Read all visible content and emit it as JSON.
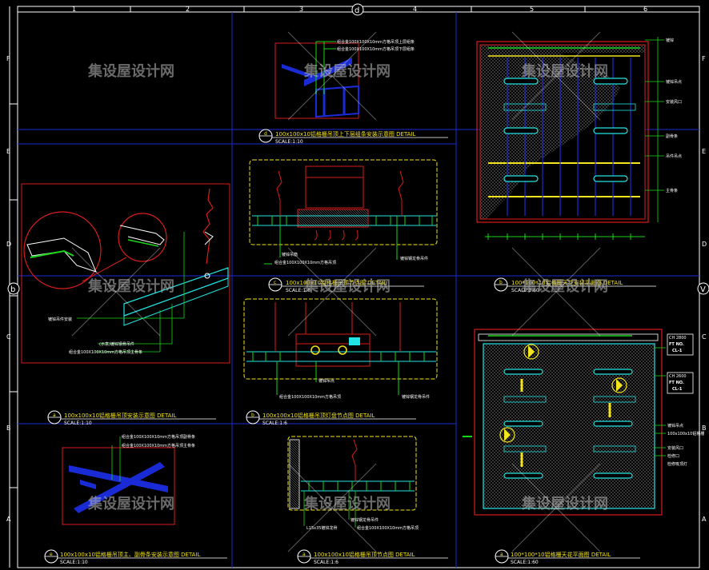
{
  "colors": {
    "background": "#000000",
    "grid": "#1a2bd6",
    "frame": "#d81c1c",
    "yellow": "#f3e41c",
    "cyan": "#22e3e3",
    "green": "#19d619",
    "white": "#ffffff",
    "watermark": "#9a9a9a"
  },
  "grid_markers": {
    "top_cols": [
      "1",
      "2",
      "3",
      "4",
      "5",
      "6"
    ],
    "left_rows": [
      "F",
      "E",
      "D",
      "C",
      "B",
      "A"
    ],
    "right_rows": [
      "F",
      "E",
      "D",
      "C",
      "B",
      "A"
    ],
    "circle_top": "d",
    "circle_left": "b",
    "circle_right": "V"
  },
  "watermark": "集设屋设计网",
  "details": {
    "d1": {
      "num": "d",
      "title": "100x100x10铝格栅吊顶上下层组条安装示意图  DETAIL",
      "scale": "SCALE:1:10",
      "notes": [
        "组合金100X100X10mm方格吊顶上层组条",
        "组合金100X100X10mm方格吊顶下层组条"
      ]
    },
    "d2": {
      "num": "c",
      "title": "100x100x10铝格栅吊顶节点图  DETAIL",
      "scale": "SCALE:1:6",
      "notes": [
        "组合金100X100X10mm方格吊顶",
        "镀锌吊筋",
        "镀锌钢龙骨吊件"
      ]
    },
    "d3": {
      "num": "b",
      "title": "100*100*10铝格栅天花安装平面图  DETAIL",
      "scale": "SCALE:1:60",
      "notes": [
        "镀锌",
        "镀锌吊点",
        "安装风口",
        "副骨条",
        "吊件吊点",
        "主骨条"
      ]
    },
    "d4": {
      "num": "a",
      "title": "100x100x10铝格栅吊顶安装示意图  DETAIL",
      "scale": "SCALE:1:10",
      "notes": [
        "镀锌吊件安装",
        "(示意)镀锌钢骨吊件",
        "组合金100X100X10mm方格吊顶主骨条"
      ]
    },
    "d5": {
      "num": "b",
      "title": "100x100x10铝格栅吊顶灯盘节点图  DETAIL",
      "scale": "SCALE:1:6",
      "notes": [
        "镀锌吊点",
        "组合金100X100X10mm方格吊顶",
        "镀锌钢龙骨吊件"
      ]
    },
    "d6": {
      "num": "a",
      "title": "100*100*10铝格栅天花平面图  DETAIL",
      "scale": "SCALE:1:60",
      "tags": [
        {
          "ch": "CH 2800",
          "ft": "FT   NO.",
          "cl": "CL-1"
        },
        {
          "ch": "CH 2600",
          "ft": "FT   NO.",
          "cl": "CL-1"
        }
      ],
      "notes": [
        "镀锌吊点",
        "100x100x10铝格栅",
        "安装风口",
        "检修口",
        "检修吸顶灯"
      ]
    },
    "d7": {
      "num": "e",
      "title": "100x100x10铝格栅吊顶主、副骨条安装示意图  DETAIL",
      "scale": "SCALE:1:10",
      "notes": [
        "组合金100X100X10mm方格吊顶副骨条",
        "组合金100X100X10mm方格吊顶主骨条"
      ]
    },
    "d8": {
      "num": "a",
      "title": "100x100x10铝格栅吊顶节点图  DETAIL",
      "scale": "SCALE:1:6",
      "notes": [
        "L15x35镀锌龙骨",
        "镀锌钢龙骨吊件",
        "组合金100X100X10mm方格吊顶"
      ]
    }
  }
}
